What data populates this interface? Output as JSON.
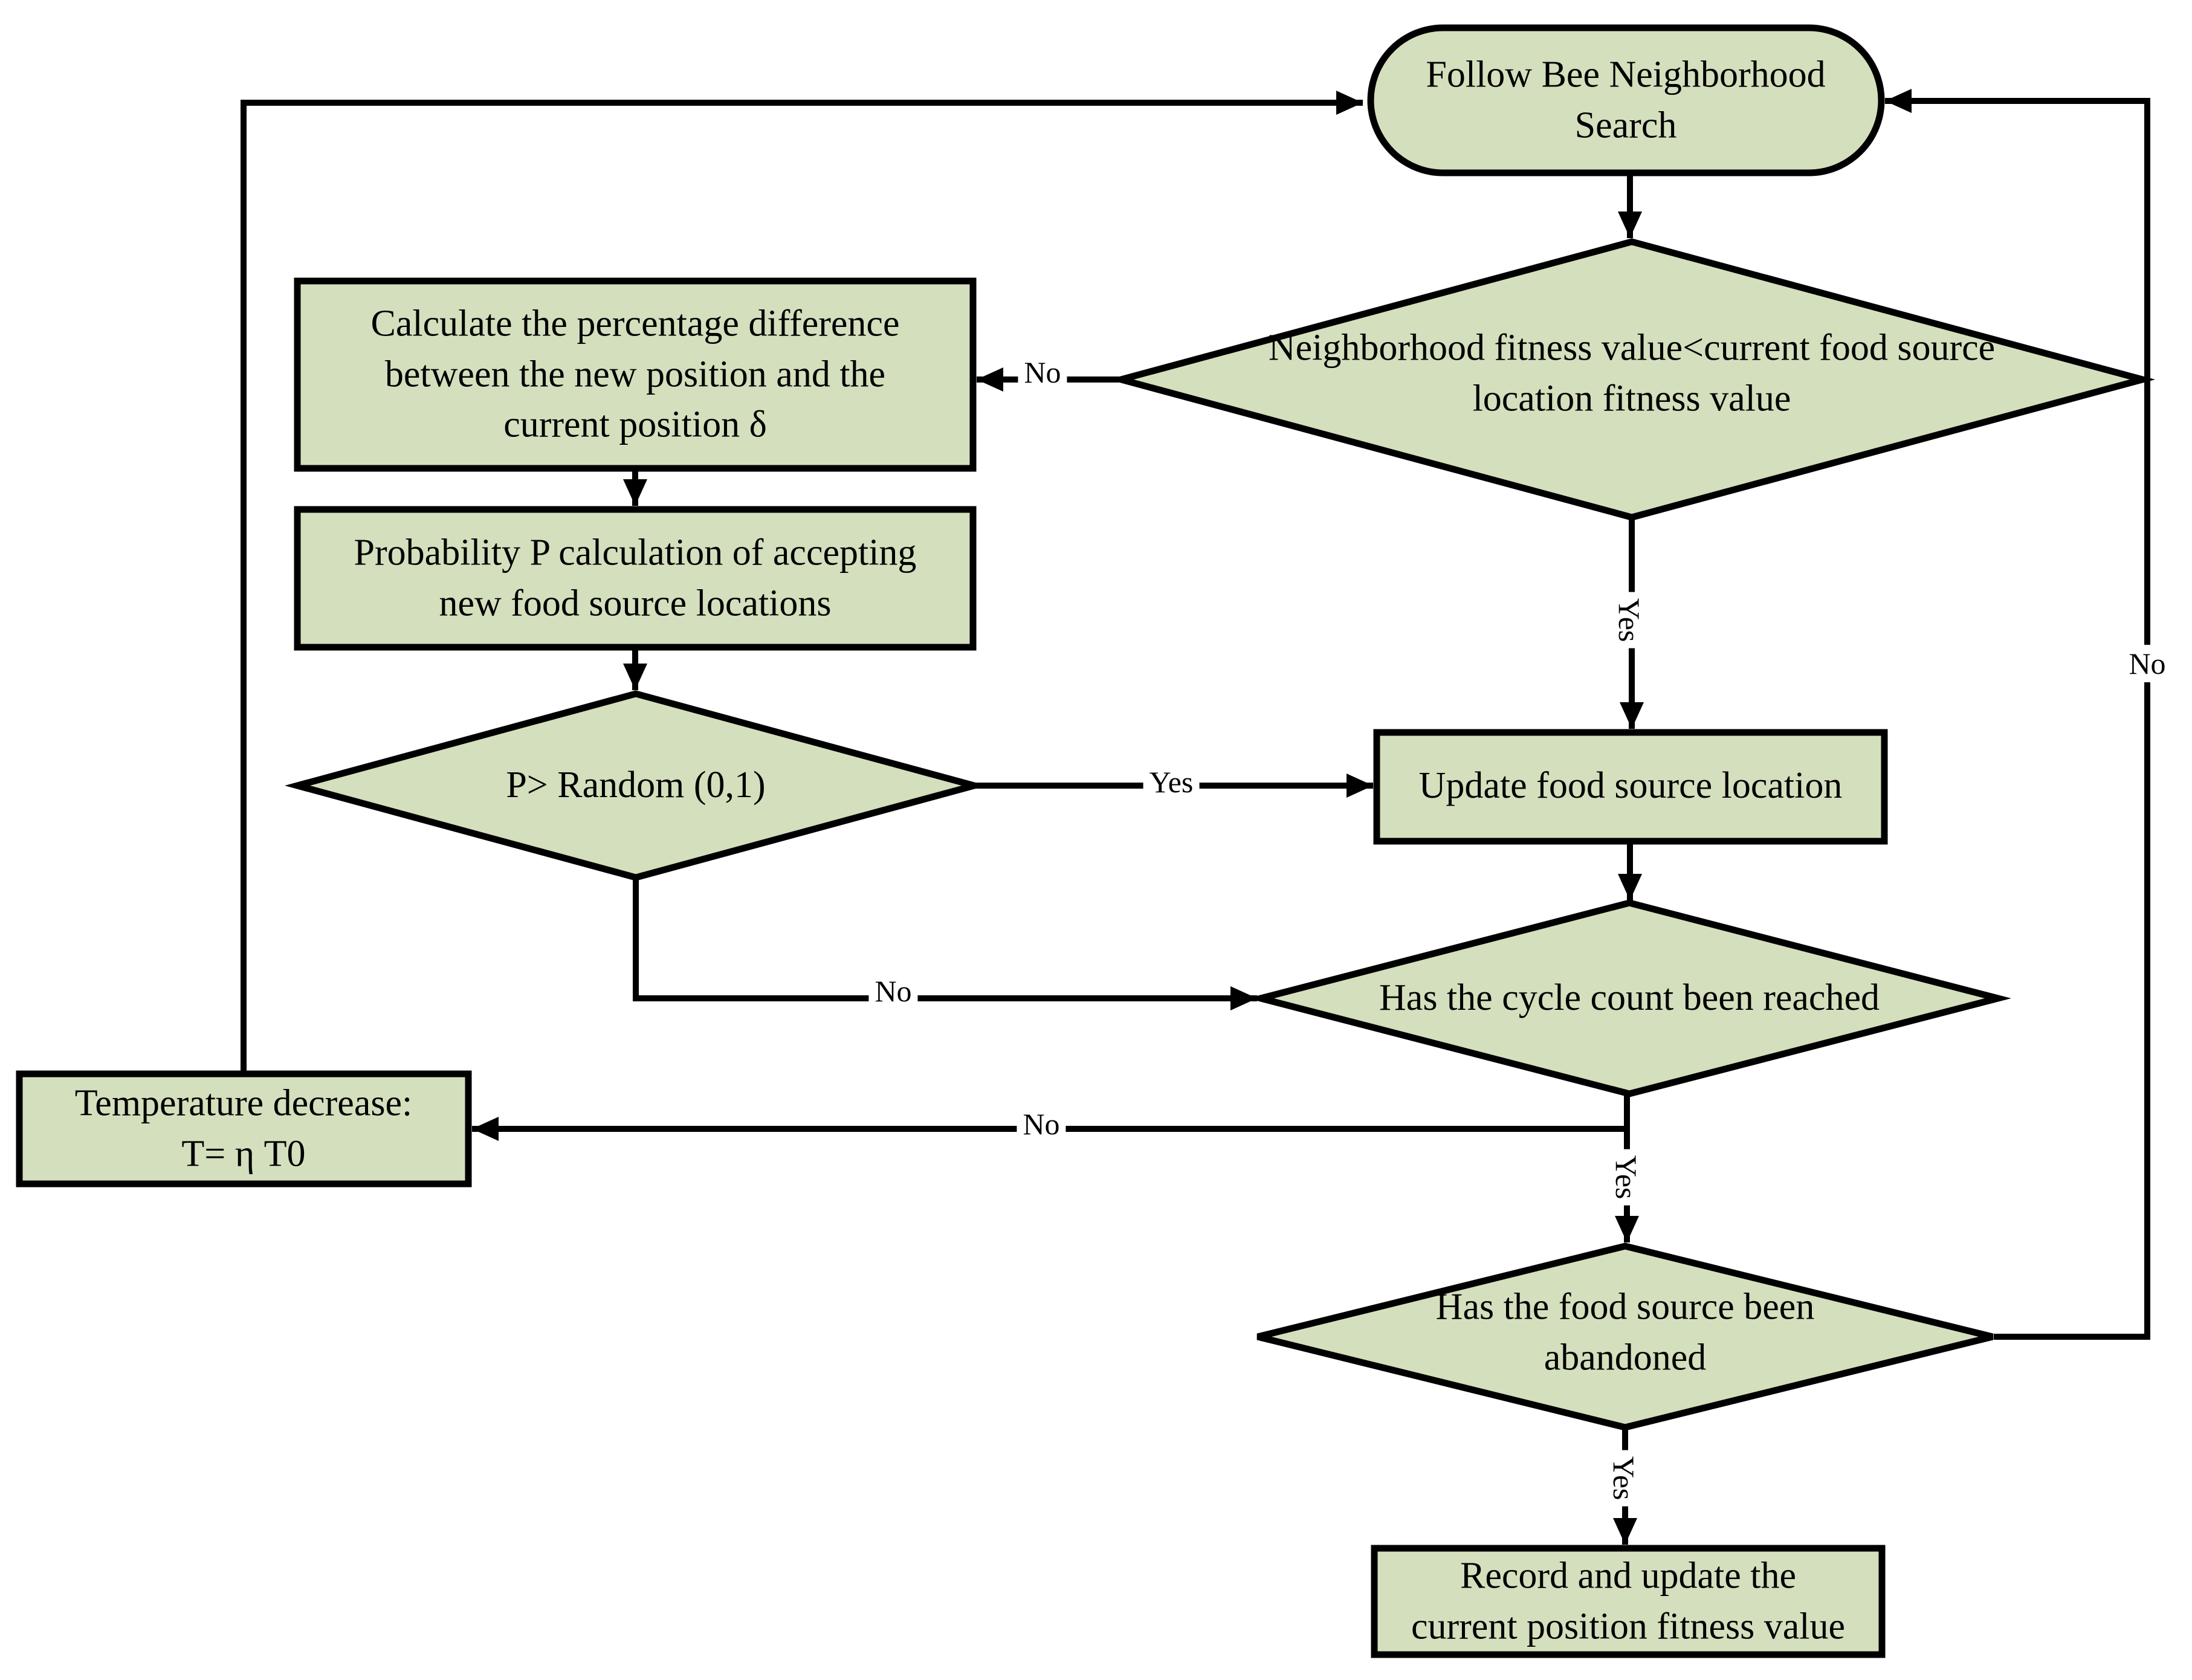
{
  "diagram_title": "Follow Bee Neighborhood Search flowchart",
  "colors": {
    "node_fill": "#d4dfbd",
    "node_border": "#000000",
    "connector": "#000000",
    "background": "#ffffff"
  },
  "nodes": {
    "follow_bee": {
      "type": "terminator",
      "lines": [
        "Follow Bee Neighborhood",
        "Search"
      ]
    },
    "check_fitness": {
      "type": "decision",
      "lines": [
        "Neighborhood fitness value<current food source",
        "location fitness value"
      ]
    },
    "calc_diff": {
      "type": "process",
      "lines": [
        "Calculate the percentage difference",
        "between the new position and the",
        "current position δ"
      ]
    },
    "prob_calc": {
      "type": "process",
      "lines": [
        "Probability P calculation of accepting",
        "new food source locations"
      ]
    },
    "p_random": {
      "type": "decision",
      "lines": [
        "P> Random (0,1)"
      ]
    },
    "update_food": {
      "type": "process",
      "lines": [
        "Update food source location"
      ]
    },
    "cycle_count": {
      "type": "decision",
      "lines": [
        "Has the cycle count been reached"
      ]
    },
    "temperature": {
      "type": "process",
      "lines": [
        "Temperature decrease:",
        "T= η T0"
      ]
    },
    "abandoned": {
      "type": "decision",
      "lines": [
        "Has the food source been",
        "abandoned"
      ]
    },
    "record_update": {
      "type": "process",
      "lines": [
        "Record and update the",
        "current position fitness value"
      ]
    }
  },
  "edges": {
    "check_no": {
      "label": "No"
    },
    "check_yes": {
      "label": "Yes"
    },
    "random_yes": {
      "label": "Yes"
    },
    "random_no": {
      "label": "No"
    },
    "cycle_no": {
      "label": "No"
    },
    "cycle_yes": {
      "label": "Yes"
    },
    "abandoned_no": {
      "label": "No"
    },
    "abandoned_yes": {
      "label": "Yes"
    }
  }
}
